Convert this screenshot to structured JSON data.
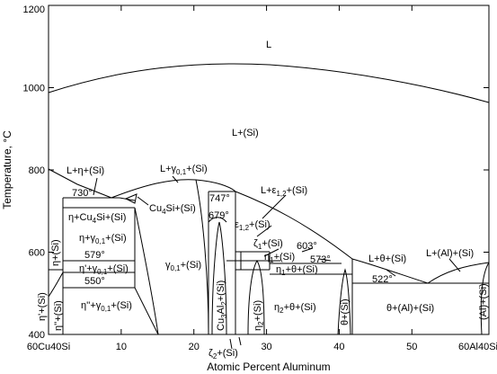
{
  "axes": {
    "xlabel": "Atomic Percent Aluminum",
    "ylabel": "Temperature, °C",
    "x_ticks": [
      {
        "value": 10,
        "label": "10"
      },
      {
        "value": 20,
        "label": "20"
      },
      {
        "value": 30,
        "label": "30"
      },
      {
        "value": 40,
        "label": "40"
      },
      {
        "value": 50,
        "label": "50"
      }
    ],
    "y_ticks": [
      {
        "value": 400,
        "label": "400"
      },
      {
        "value": 600,
        "label": "600"
      },
      {
        "value": 800,
        "label": "800"
      },
      {
        "value": 1000,
        "label": "1000"
      },
      {
        "value": 1200,
        "label": "1200"
      }
    ],
    "left_endpoint": "60Cu40Si",
    "right_endpoint": "60Al40Si"
  },
  "phase_labels": [
    {
      "id": "L",
      "text": "L"
    },
    {
      "id": "L-Si",
      "text": "L+(Si)"
    },
    {
      "id": "L-eta-Si",
      "text": "L+η+(Si)"
    },
    {
      "id": "L-gamma-Si",
      "text": "L+γ",
      "sub": "0,1",
      "tail": "+(Si)"
    },
    {
      "id": "L-eps-Si",
      "text": "L+ε",
      "sub": "1,2",
      "tail": "+(Si)"
    },
    {
      "id": "eta-Cu4Si-Si",
      "text": "η+Cu",
      "sub": "4",
      "tail": "Si+(Si)"
    },
    {
      "id": "Cu4Si-Si",
      "text": "Cu",
      "sub": "4",
      "tail": "Si+(Si)"
    },
    {
      "id": "eta-gamma-Si",
      "text": "η+γ",
      "sub": "0,1",
      "tail": "+(Si)"
    },
    {
      "id": "eta-Si",
      "text": "η+(Si)"
    },
    {
      "id": "eta1-gamma-Si",
      "text": "η'+γ",
      "sub": "0,1",
      "tail": "+(Si)"
    },
    {
      "id": "eta2-gamma-Si",
      "text": "η''+γ",
      "sub": "0,1",
      "tail": "+(Si)"
    },
    {
      "id": "eta1-Si",
      "text": "η'+(Si)"
    },
    {
      "id": "eta2-Si",
      "text": "η''+(Si)"
    },
    {
      "id": "gamma-Si",
      "text": "γ",
      "sub": "0,1",
      "tail": "+(Si)"
    },
    {
      "id": "eps-Si",
      "text": "ε",
      "sub": "1,2",
      "tail": "+(Si)"
    },
    {
      "id": "Cu3Al2-Si",
      "text": "Cu",
      "sub": "3",
      "tail": "Al",
      "sub2": "2",
      "tail2": "+(Si)"
    },
    {
      "id": "zeta1-Si",
      "text": "ζ",
      "sub": "1",
      "tail": "+(Si)"
    },
    {
      "id": "zeta2-Si",
      "text": "ζ",
      "sub": "2",
      "tail": "+(Si)"
    },
    {
      "id": "eta1b-Si",
      "text": "η",
      "sub": "1",
      "tail": "+(Si)"
    },
    {
      "id": "eta2b-Si",
      "text": "η",
      "sub": "2",
      "tail": "+(Si)"
    },
    {
      "id": "eta1-theta-Si",
      "text": "η",
      "sub": "1",
      "tail": "+θ+(Si)"
    },
    {
      "id": "eta2-theta-Si",
      "text": "η",
      "sub": "2",
      "tail": "+θ+(Si)"
    },
    {
      "id": "L-theta-Si",
      "text": "L+θ+(Si)"
    },
    {
      "id": "L-Al-Si",
      "text": "L+(Al)+(Si)"
    },
    {
      "id": "theta-Si",
      "text": "θ+(Si)"
    },
    {
      "id": "theta-Al-Si",
      "text": "θ+(Al)+(Si)"
    },
    {
      "id": "Al-Si",
      "text": "(Al)+(Si)"
    }
  ],
  "temperature_marks": [
    {
      "id": "t730",
      "text": "730°"
    },
    {
      "id": "t747",
      "text": "747°"
    },
    {
      "id": "t679",
      "text": "679°"
    },
    {
      "id": "t579",
      "text": "579°"
    },
    {
      "id": "t550",
      "text": "550°"
    },
    {
      "id": "t603",
      "text": "603°"
    },
    {
      "id": "t573",
      "text": "573°"
    },
    {
      "id": "t522",
      "text": "522°"
    }
  ]
}
